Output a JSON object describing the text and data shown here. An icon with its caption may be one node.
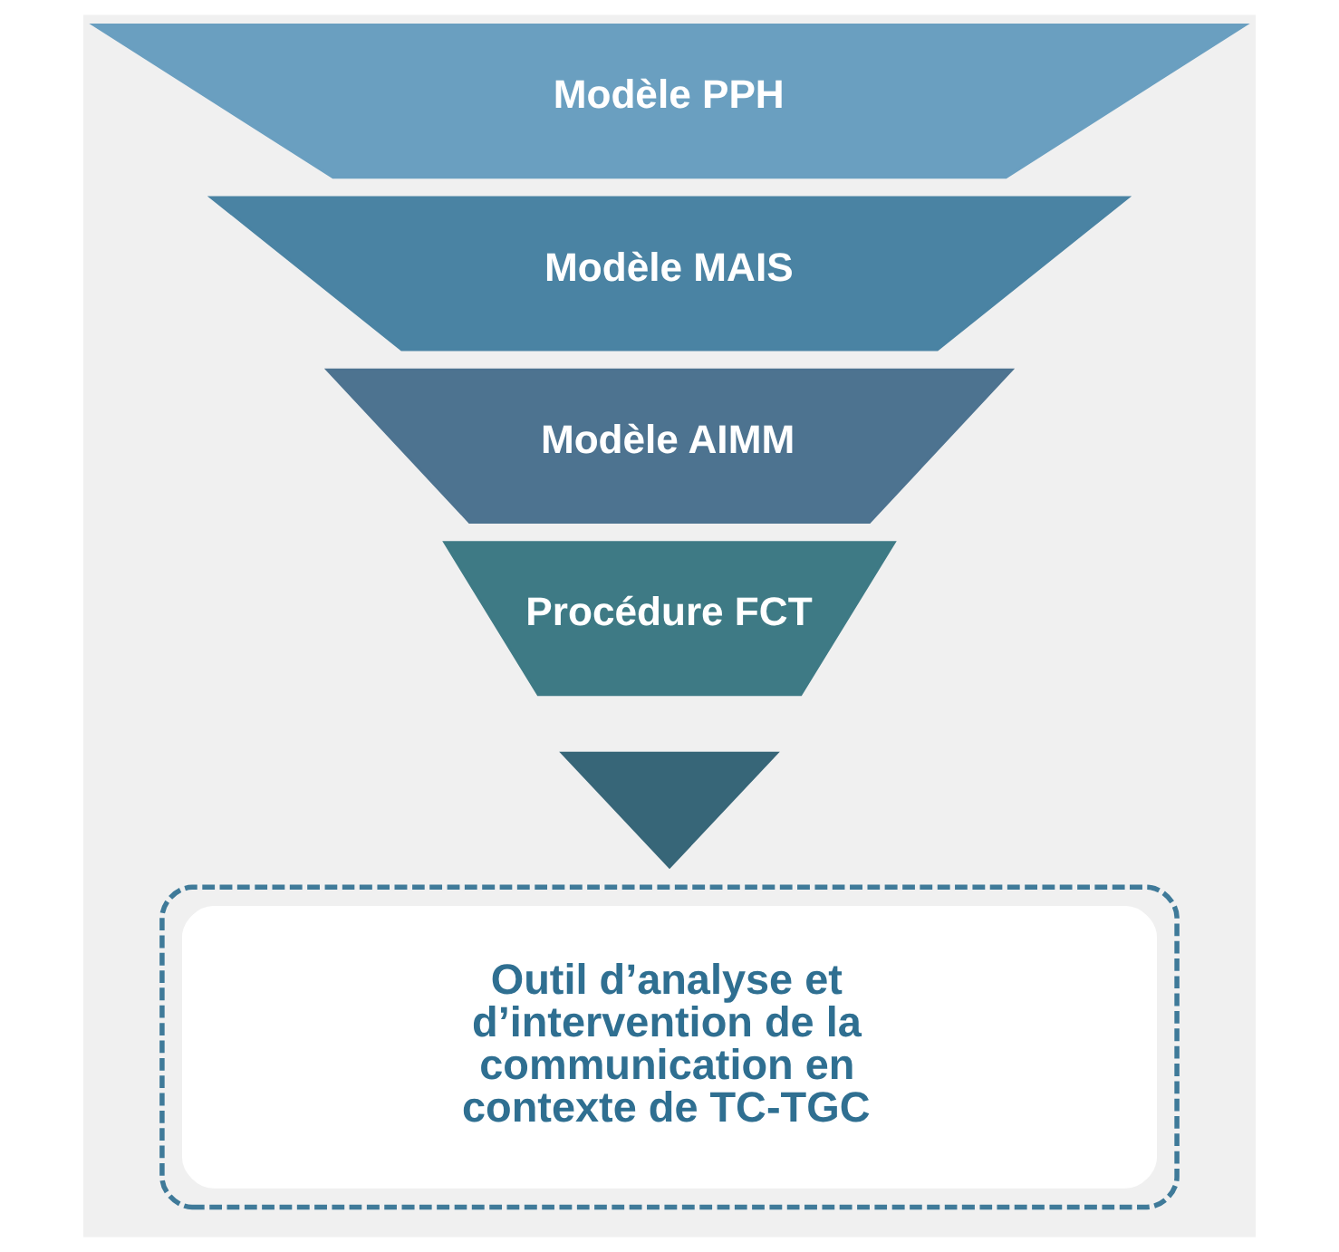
{
  "diagram": {
    "nodes": [
      {
        "text": [
          "Modèle PPH"
        ]
      },
      {
        "text": [
          "Modèle MAIS"
        ]
      },
      {
        "text": [
          "Modèle AIMM"
        ]
      },
      {
        "text": [
          "Procédure FCT"
        ]
      },
      {
        "text": [],
        "shape": "triangle"
      },
      {
        "text": [],
        "shape": "box"
      },
      {
        "text": [
          "Outil d’analyse et d’intervention de la communication en contexte de TC-TGC"
        ],
        "in": 5
      }
    ]
  }
}
